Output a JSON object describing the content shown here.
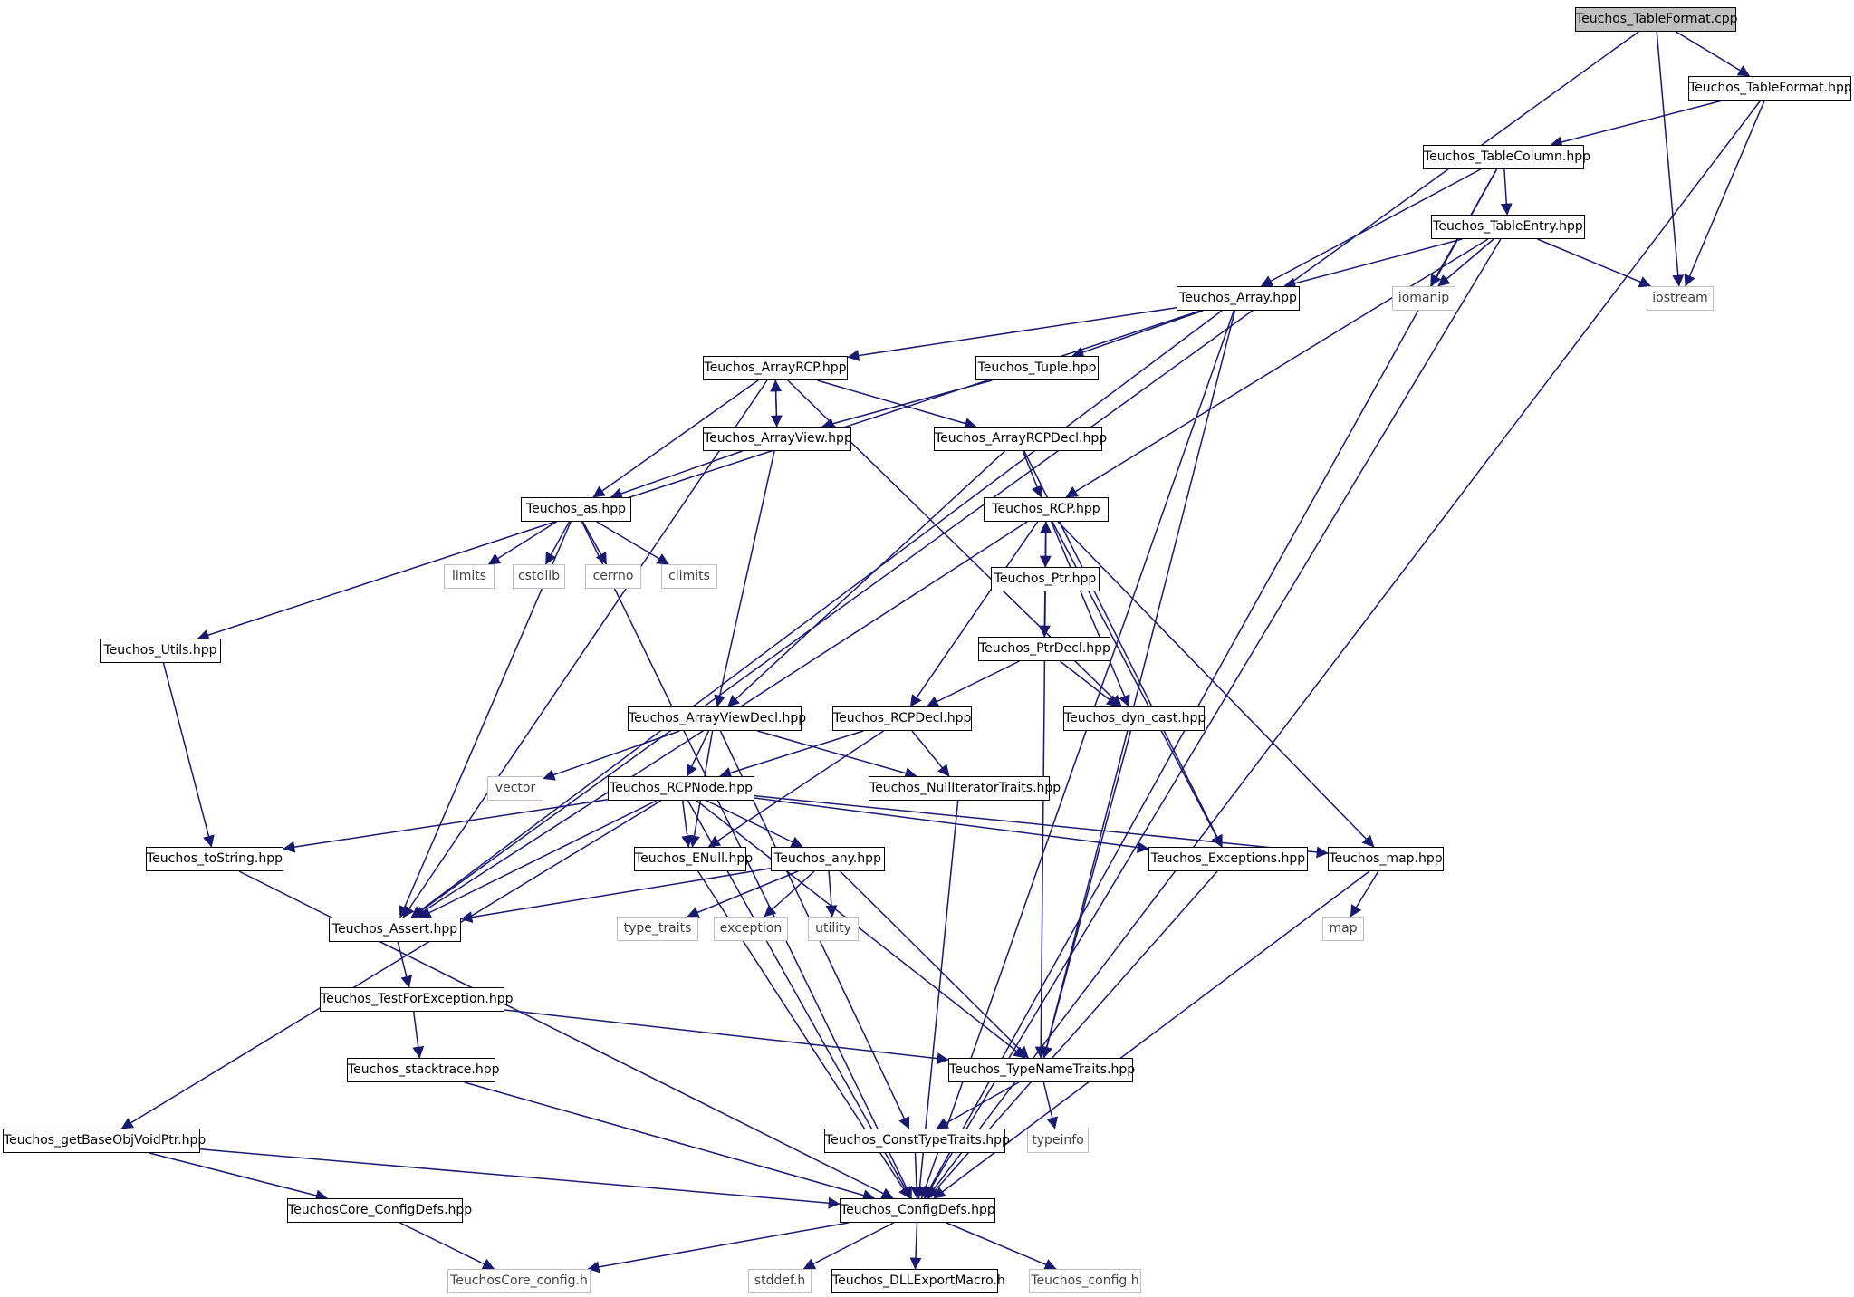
{
  "graph": {
    "root_file": "Teuchos_TableFormat.cpp",
    "colors": {
      "edge": "#191970",
      "root_fill": "#bfbfbf",
      "external_border": "#bfbfbf",
      "node_border": "#000000"
    },
    "nodes": [
      {
        "id": "root",
        "label": "Teuchos_TableFormat.cpp",
        "kind": "root"
      },
      {
        "id": "tableformat_hpp",
        "label": "Teuchos_TableFormat.hpp",
        "kind": "file"
      },
      {
        "id": "tablecolumn",
        "label": "Teuchos_TableColumn.hpp",
        "kind": "file"
      },
      {
        "id": "tableentry",
        "label": "Teuchos_TableEntry.hpp",
        "kind": "file"
      },
      {
        "id": "iomanip",
        "label": "iomanip",
        "kind": "external"
      },
      {
        "id": "iostream",
        "label": "iostream",
        "kind": "external"
      },
      {
        "id": "array",
        "label": "Teuchos_Array.hpp",
        "kind": "file"
      },
      {
        "id": "arrayrcp",
        "label": "Teuchos_ArrayRCP.hpp",
        "kind": "file"
      },
      {
        "id": "tuple",
        "label": "Teuchos_Tuple.hpp",
        "kind": "file"
      },
      {
        "id": "arrayview",
        "label": "Teuchos_ArrayView.hpp",
        "kind": "file"
      },
      {
        "id": "arrayrcpdecl",
        "label": "Teuchos_ArrayRCPDecl.hpp",
        "kind": "file"
      },
      {
        "id": "as",
        "label": "Teuchos_as.hpp",
        "kind": "file"
      },
      {
        "id": "rcp",
        "label": "Teuchos_RCP.hpp",
        "kind": "file"
      },
      {
        "id": "limits",
        "label": "limits",
        "kind": "external"
      },
      {
        "id": "cstdlib",
        "label": "cstdlib",
        "kind": "external"
      },
      {
        "id": "cerrno",
        "label": "cerrno",
        "kind": "external"
      },
      {
        "id": "climits",
        "label": "climits",
        "kind": "external"
      },
      {
        "id": "ptr",
        "label": "Teuchos_Ptr.hpp",
        "kind": "file"
      },
      {
        "id": "utils",
        "label": "Teuchos_Utils.hpp",
        "kind": "file"
      },
      {
        "id": "ptrdecl",
        "label": "Teuchos_PtrDecl.hpp",
        "kind": "file"
      },
      {
        "id": "arrayviewdecl",
        "label": "Teuchos_ArrayViewDecl.hpp",
        "kind": "file"
      },
      {
        "id": "rcpdecl",
        "label": "Teuchos_RCPDecl.hpp",
        "kind": "file"
      },
      {
        "id": "dyncast",
        "label": "Teuchos_dyn_cast.hpp",
        "kind": "file"
      },
      {
        "id": "vector",
        "label": "vector",
        "kind": "external"
      },
      {
        "id": "rcpnode",
        "label": "Teuchos_RCPNode.hpp",
        "kind": "file"
      },
      {
        "id": "nulliter",
        "label": "Teuchos_NullIteratorTraits.hpp",
        "kind": "file"
      },
      {
        "id": "tostring",
        "label": "Teuchos_toString.hpp",
        "kind": "file"
      },
      {
        "id": "enull",
        "label": "Teuchos_ENull.hpp",
        "kind": "file"
      },
      {
        "id": "any",
        "label": "Teuchos_any.hpp",
        "kind": "file"
      },
      {
        "id": "exceptions",
        "label": "Teuchos_Exceptions.hpp",
        "kind": "file"
      },
      {
        "id": "map_hpp",
        "label": "Teuchos_map.hpp",
        "kind": "file"
      },
      {
        "id": "assert",
        "label": "Teuchos_Assert.hpp",
        "kind": "file"
      },
      {
        "id": "type_traits",
        "label": "type_traits",
        "kind": "external"
      },
      {
        "id": "exception",
        "label": "exception",
        "kind": "external"
      },
      {
        "id": "utility",
        "label": "utility",
        "kind": "external"
      },
      {
        "id": "map",
        "label": "map",
        "kind": "external"
      },
      {
        "id": "testforexc",
        "label": "Teuchos_TestForException.hpp",
        "kind": "file"
      },
      {
        "id": "stacktrace",
        "label": "Teuchos_stacktrace.hpp",
        "kind": "file"
      },
      {
        "id": "typenametraits",
        "label": "Teuchos_TypeNameTraits.hpp",
        "kind": "file"
      },
      {
        "id": "getbaseobj",
        "label": "Teuchos_getBaseObjVoidPtr.hpp",
        "kind": "file"
      },
      {
        "id": "consttypetraits",
        "label": "Teuchos_ConstTypeTraits.hpp",
        "kind": "file"
      },
      {
        "id": "typeinfo",
        "label": "typeinfo",
        "kind": "external"
      },
      {
        "id": "coreconfigdefs",
        "label": "TeuchosCore_ConfigDefs.hpp",
        "kind": "file"
      },
      {
        "id": "configdefs",
        "label": "Teuchos_ConfigDefs.hpp",
        "kind": "file"
      },
      {
        "id": "coreconfig",
        "label": "TeuchosCore_config.h",
        "kind": "external"
      },
      {
        "id": "stddef",
        "label": "stddef.h",
        "kind": "external"
      },
      {
        "id": "dllexport",
        "label": "Teuchos_DLLExportMacro.h",
        "kind": "file"
      },
      {
        "id": "config",
        "label": "Teuchos_config.h",
        "kind": "external"
      }
    ],
    "edges": [
      [
        "root",
        "tableformat_hpp"
      ],
      [
        "root",
        "iostream"
      ],
      [
        "root",
        "assert"
      ],
      [
        "tableformat_hpp",
        "tablecolumn"
      ],
      [
        "tableformat_hpp",
        "iostream"
      ],
      [
        "tableformat_hpp",
        "configdefs"
      ],
      [
        "tablecolumn",
        "tableentry"
      ],
      [
        "tablecolumn",
        "array"
      ],
      [
        "tablecolumn",
        "iomanip"
      ],
      [
        "tablecolumn",
        "configdefs"
      ],
      [
        "tableentry",
        "array"
      ],
      [
        "tableentry",
        "iomanip"
      ],
      [
        "tableentry",
        "iostream"
      ],
      [
        "tableentry",
        "rcp"
      ],
      [
        "tableentry",
        "configdefs"
      ],
      [
        "array",
        "arrayrcp"
      ],
      [
        "array",
        "tuple"
      ],
      [
        "array",
        "utils"
      ],
      [
        "array",
        "assert"
      ],
      [
        "array",
        "typenametraits"
      ],
      [
        "array",
        "configdefs"
      ],
      [
        "arrayrcp",
        "arrayview"
      ],
      [
        "arrayrcp",
        "arrayrcpdecl"
      ],
      [
        "arrayrcp",
        "as"
      ],
      [
        "arrayrcp",
        "assert"
      ],
      [
        "arrayrcp",
        "dyncast"
      ],
      [
        "tuple",
        "arrayview"
      ],
      [
        "arrayview",
        "arrayrcp"
      ],
      [
        "arrayview",
        "as"
      ],
      [
        "arrayview",
        "arrayviewdecl"
      ],
      [
        "arrayrcpdecl",
        "rcp"
      ],
      [
        "arrayrcpdecl",
        "arrayviewdecl"
      ],
      [
        "arrayrcpdecl",
        "exceptions"
      ],
      [
        "as",
        "limits"
      ],
      [
        "as",
        "cstdlib"
      ],
      [
        "as",
        "cerrno"
      ],
      [
        "as",
        "climits"
      ],
      [
        "as",
        "assert"
      ],
      [
        "as",
        "configdefs"
      ],
      [
        "rcp",
        "ptr"
      ],
      [
        "rcp",
        "rcpdecl"
      ],
      [
        "rcp",
        "dyncast"
      ],
      [
        "rcp",
        "exceptions"
      ],
      [
        "rcp",
        "map_hpp"
      ],
      [
        "rcp",
        "assert"
      ],
      [
        "rcp",
        "typenametraits"
      ],
      [
        "ptr",
        "rcp"
      ],
      [
        "ptr",
        "ptrdecl"
      ],
      [
        "ptrdecl",
        "rcpdecl"
      ],
      [
        "ptrdecl",
        "dyncast"
      ],
      [
        "utils",
        "tostring"
      ],
      [
        "arrayviewdecl",
        "rcpnode"
      ],
      [
        "arrayviewdecl",
        "vector"
      ],
      [
        "arrayviewdecl",
        "nulliter"
      ],
      [
        "arrayviewdecl",
        "enull"
      ],
      [
        "arrayviewdecl",
        "consttypetraits"
      ],
      [
        "rcpdecl",
        "rcpnode"
      ],
      [
        "rcpdecl",
        "nulliter"
      ],
      [
        "rcpdecl",
        "enull"
      ],
      [
        "dyncast",
        "typenametraits"
      ],
      [
        "rcpnode",
        "tostring"
      ],
      [
        "rcpnode",
        "enull"
      ],
      [
        "rcpnode",
        "any"
      ],
      [
        "rcpnode",
        "exceptions"
      ],
      [
        "rcpnode",
        "map_hpp"
      ],
      [
        "rcpnode",
        "assert"
      ],
      [
        "rcpnode",
        "getbaseobj"
      ],
      [
        "rcpnode",
        "typenametraits"
      ],
      [
        "rcpnode",
        "configdefs"
      ],
      [
        "nulliter",
        "configdefs"
      ],
      [
        "tostring",
        "configdefs"
      ],
      [
        "enull",
        "configdefs"
      ],
      [
        "any",
        "assert"
      ],
      [
        "any",
        "type_traits"
      ],
      [
        "any",
        "exception"
      ],
      [
        "any",
        "utility"
      ],
      [
        "any",
        "typenametraits"
      ],
      [
        "exceptions",
        "configdefs"
      ],
      [
        "map_hpp",
        "map"
      ],
      [
        "map_hpp",
        "configdefs"
      ],
      [
        "assert",
        "testforexc"
      ],
      [
        "testforexc",
        "stacktrace"
      ],
      [
        "testforexc",
        "typenametraits"
      ],
      [
        "stacktrace",
        "configdefs"
      ],
      [
        "typenametraits",
        "consttypetraits"
      ],
      [
        "typenametraits",
        "typeinfo"
      ],
      [
        "getbaseobj",
        "coreconfigdefs"
      ],
      [
        "getbaseobj",
        "configdefs"
      ],
      [
        "consttypetraits",
        "configdefs"
      ],
      [
        "coreconfigdefs",
        "coreconfig"
      ],
      [
        "configdefs",
        "coreconfig"
      ],
      [
        "configdefs",
        "stddef"
      ],
      [
        "configdefs",
        "dllexport"
      ],
      [
        "configdefs",
        "config"
      ]
    ]
  }
}
